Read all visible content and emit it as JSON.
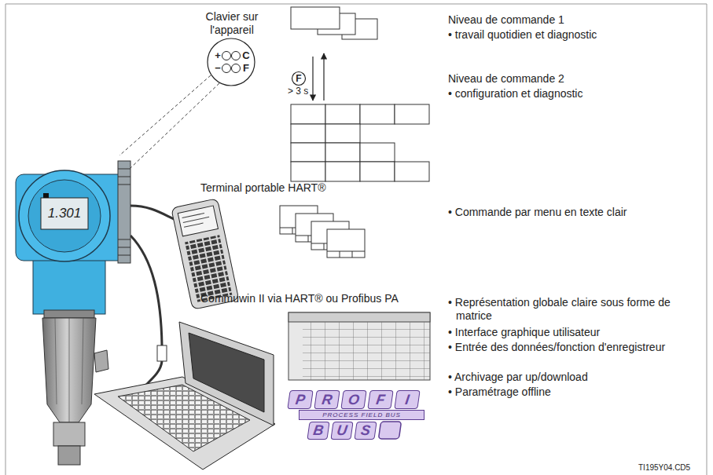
{
  "diagram": {
    "nodes": [
      {
        "text": [
          "P"
        ]
      },
      {
        "text": [
          "R"
        ]
      },
      {
        "text": [
          "O"
        ]
      },
      {
        "text": [
          "F"
        ]
      },
      {
        "text": [
          "I"
        ]
      },
      {
        "text": [
          "PROCESS FIELD BUS"
        ]
      },
      {
        "text": [
          "B"
        ]
      },
      {
        "text": [
          "U"
        ]
      },
      {
        "text": [
          "S"
        ]
      }
    ],
    "labels": [
      "Clavier sur l'appareil",
      "+",
      "C",
      "−",
      "F",
      "F",
      "> 3 s",
      "Niveau de commande 1",
      "• travail quotidien et diagnostic",
      "Niveau de commande 2",
      "• configuration et diagnostic",
      "Terminal portable HART®",
      "• Commande par menu en texte clair",
      "Commuwin II via HART® ou Profibus PA",
      "• Représentation globale claire sous forme de matrice",
      "• Interface graphique utilisateur",
      "• Entrée des données/fonction d'enregistreur",
      "• Archivage par up/download",
      "• Paramétrage offline",
      "1.301",
      "TI195Y04.CD5"
    ]
  }
}
